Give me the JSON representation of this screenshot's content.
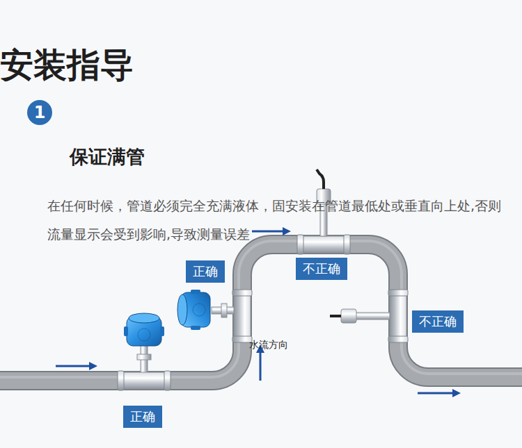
{
  "diagram": {
    "title": "安装指导",
    "nodes": [
      {
        "text": [
          "1"
        ]
      },
      {
        "text": [
          "正确"
        ]
      },
      {
        "text": [
          "不正确"
        ]
      },
      {
        "text": [
          "不正确"
        ]
      },
      {
        "text": [
          "正确"
        ]
      }
    ],
    "labels": [
      "保证满管",
      "在任何时候，管道必须完全充满液体，固安装在管道最低处或垂直向上处,否则流量显示会受到影响,导致测量误差",
      "水流方向",
      "水流方向",
      "水流方向"
    ]
  }
}
